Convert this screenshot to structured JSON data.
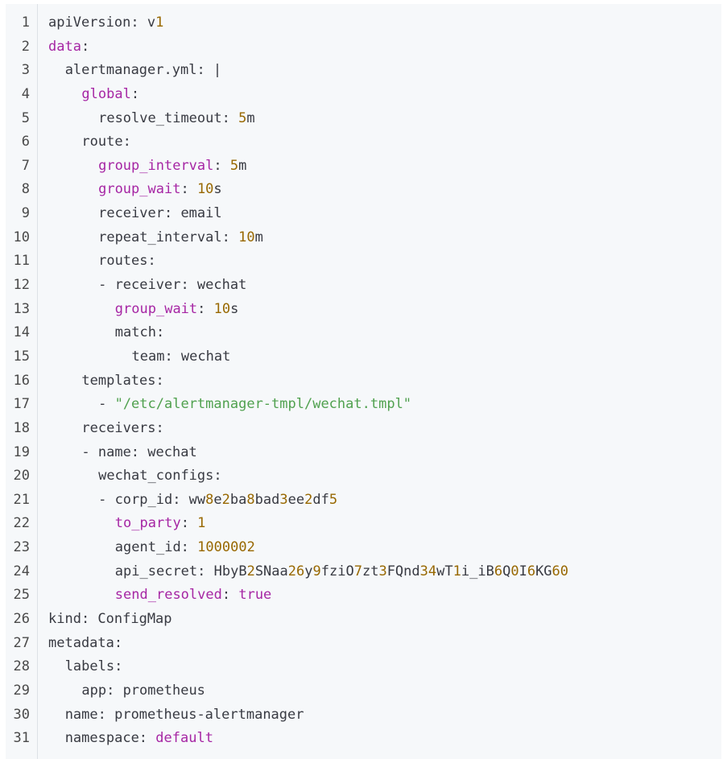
{
  "colors": {
    "background": "#f6f8fa",
    "text": "#383a42",
    "keyword_purple": "#a626a4",
    "number": "#986801",
    "string": "#50a14f",
    "line_number": "#4a4a4a"
  },
  "lines": [
    {
      "n": "1",
      "indent": 0,
      "tokens": [
        {
          "t": "apiVersion: v",
          "c": "plain"
        },
        {
          "t": "1",
          "c": "num"
        }
      ]
    },
    {
      "n": "2",
      "indent": 0,
      "tokens": [
        {
          "t": "data",
          "c": "purple"
        },
        {
          "t": ":",
          "c": "plain"
        }
      ]
    },
    {
      "n": "3",
      "indent": 1,
      "tokens": [
        {
          "t": "alertmanager.yml: |",
          "c": "plain"
        }
      ]
    },
    {
      "n": "4",
      "indent": 2,
      "tokens": [
        {
          "t": "global",
          "c": "purple"
        },
        {
          "t": ":",
          "c": "plain"
        }
      ]
    },
    {
      "n": "5",
      "indent": 3,
      "tokens": [
        {
          "t": "resolve_timeout: ",
          "c": "plain"
        },
        {
          "t": "5",
          "c": "num"
        },
        {
          "t": "m",
          "c": "plain"
        }
      ]
    },
    {
      "n": "6",
      "indent": 2,
      "tokens": [
        {
          "t": "route:",
          "c": "plain"
        }
      ]
    },
    {
      "n": "7",
      "indent": 3,
      "tokens": [
        {
          "t": "group_interval",
          "c": "purple"
        },
        {
          "t": ": ",
          "c": "plain"
        },
        {
          "t": "5",
          "c": "num"
        },
        {
          "t": "m",
          "c": "plain"
        }
      ]
    },
    {
      "n": "8",
      "indent": 3,
      "tokens": [
        {
          "t": "group_wait",
          "c": "purple"
        },
        {
          "t": ": ",
          "c": "plain"
        },
        {
          "t": "10",
          "c": "num"
        },
        {
          "t": "s",
          "c": "plain"
        }
      ]
    },
    {
      "n": "9",
      "indent": 3,
      "tokens": [
        {
          "t": "receiver: email",
          "c": "plain"
        }
      ]
    },
    {
      "n": "10",
      "indent": 3,
      "tokens": [
        {
          "t": "repeat_interval: ",
          "c": "plain"
        },
        {
          "t": "10",
          "c": "num"
        },
        {
          "t": "m",
          "c": "plain"
        }
      ]
    },
    {
      "n": "11",
      "indent": 3,
      "tokens": [
        {
          "t": "routes:",
          "c": "plain"
        }
      ]
    },
    {
      "n": "12",
      "indent": 3,
      "tokens": [
        {
          "t": "- receiver: wechat",
          "c": "plain"
        }
      ]
    },
    {
      "n": "13",
      "indent": 4,
      "tokens": [
        {
          "t": "group_wait",
          "c": "purple"
        },
        {
          "t": ": ",
          "c": "plain"
        },
        {
          "t": "10",
          "c": "num"
        },
        {
          "t": "s",
          "c": "plain"
        }
      ]
    },
    {
      "n": "14",
      "indent": 4,
      "tokens": [
        {
          "t": "match:",
          "c": "plain"
        }
      ]
    },
    {
      "n": "15",
      "indent": 5,
      "tokens": [
        {
          "t": "team: wechat",
          "c": "plain"
        }
      ]
    },
    {
      "n": "16",
      "indent": 2,
      "tokens": [
        {
          "t": "templates:",
          "c": "plain"
        }
      ]
    },
    {
      "n": "17",
      "indent": 3,
      "tokens": [
        {
          "t": "- ",
          "c": "plain"
        },
        {
          "t": "\"/etc/alertmanager-tmpl/wechat.tmpl\"",
          "c": "str"
        }
      ]
    },
    {
      "n": "18",
      "indent": 2,
      "tokens": [
        {
          "t": "receivers:",
          "c": "plain"
        }
      ]
    },
    {
      "n": "19",
      "indent": 2,
      "tokens": [
        {
          "t": "- name: wechat",
          "c": "plain"
        }
      ]
    },
    {
      "n": "20",
      "indent": 3,
      "tokens": [
        {
          "t": "wechat_configs:",
          "c": "plain"
        }
      ]
    },
    {
      "n": "21",
      "indent": 3,
      "tokens": [
        {
          "t": "- corp_id: ww",
          "c": "plain"
        },
        {
          "t": "8",
          "c": "num"
        },
        {
          "t": "e",
          "c": "plain"
        },
        {
          "t": "2",
          "c": "num"
        },
        {
          "t": "ba",
          "c": "plain"
        },
        {
          "t": "8",
          "c": "num"
        },
        {
          "t": "bad",
          "c": "plain"
        },
        {
          "t": "3",
          "c": "num"
        },
        {
          "t": "ee",
          "c": "plain"
        },
        {
          "t": "2",
          "c": "num"
        },
        {
          "t": "df",
          "c": "plain"
        },
        {
          "t": "5",
          "c": "num"
        }
      ]
    },
    {
      "n": "22",
      "indent": 4,
      "tokens": [
        {
          "t": "to_party",
          "c": "purple"
        },
        {
          "t": ": ",
          "c": "plain"
        },
        {
          "t": "1",
          "c": "num"
        }
      ]
    },
    {
      "n": "23",
      "indent": 4,
      "tokens": [
        {
          "t": "agent_id: ",
          "c": "plain"
        },
        {
          "t": "1000002",
          "c": "num"
        }
      ]
    },
    {
      "n": "24",
      "indent": 4,
      "tokens": [
        {
          "t": "api_secret: HbyB",
          "c": "plain"
        },
        {
          "t": "2",
          "c": "num"
        },
        {
          "t": "SNaa",
          "c": "plain"
        },
        {
          "t": "26",
          "c": "num"
        },
        {
          "t": "y",
          "c": "plain"
        },
        {
          "t": "9",
          "c": "num"
        },
        {
          "t": "fziO",
          "c": "plain"
        },
        {
          "t": "7",
          "c": "num"
        },
        {
          "t": "zt",
          "c": "plain"
        },
        {
          "t": "3",
          "c": "num"
        },
        {
          "t": "FQnd",
          "c": "plain"
        },
        {
          "t": "34",
          "c": "num"
        },
        {
          "t": "wT",
          "c": "plain"
        },
        {
          "t": "1",
          "c": "num"
        },
        {
          "t": "i_iB",
          "c": "plain"
        },
        {
          "t": "6",
          "c": "num"
        },
        {
          "t": "Q",
          "c": "plain"
        },
        {
          "t": "0",
          "c": "num"
        },
        {
          "t": "I",
          "c": "plain"
        },
        {
          "t": "6",
          "c": "num"
        },
        {
          "t": "KG",
          "c": "plain"
        },
        {
          "t": "60",
          "c": "num"
        }
      ]
    },
    {
      "n": "25",
      "indent": 4,
      "tokens": [
        {
          "t": "send_resolved",
          "c": "purple"
        },
        {
          "t": ": ",
          "c": "plain"
        },
        {
          "t": "true",
          "c": "purple"
        }
      ]
    },
    {
      "n": "26",
      "indent": 0,
      "tokens": [
        {
          "t": "kind: ConfigMap",
          "c": "plain"
        }
      ]
    },
    {
      "n": "27",
      "indent": 0,
      "tokens": [
        {
          "t": "metadata:",
          "c": "plain"
        }
      ]
    },
    {
      "n": "28",
      "indent": 1,
      "tokens": [
        {
          "t": "labels:",
          "c": "plain"
        }
      ]
    },
    {
      "n": "29",
      "indent": 2,
      "tokens": [
        {
          "t": "app: prometheus",
          "c": "plain"
        }
      ]
    },
    {
      "n": "30",
      "indent": 1,
      "tokens": [
        {
          "t": "name: prometheus-alertmanager",
          "c": "plain"
        }
      ]
    },
    {
      "n": "31",
      "indent": 1,
      "tokens": [
        {
          "t": "namespace: ",
          "c": "plain"
        },
        {
          "t": "default",
          "c": "purple"
        }
      ]
    }
  ]
}
